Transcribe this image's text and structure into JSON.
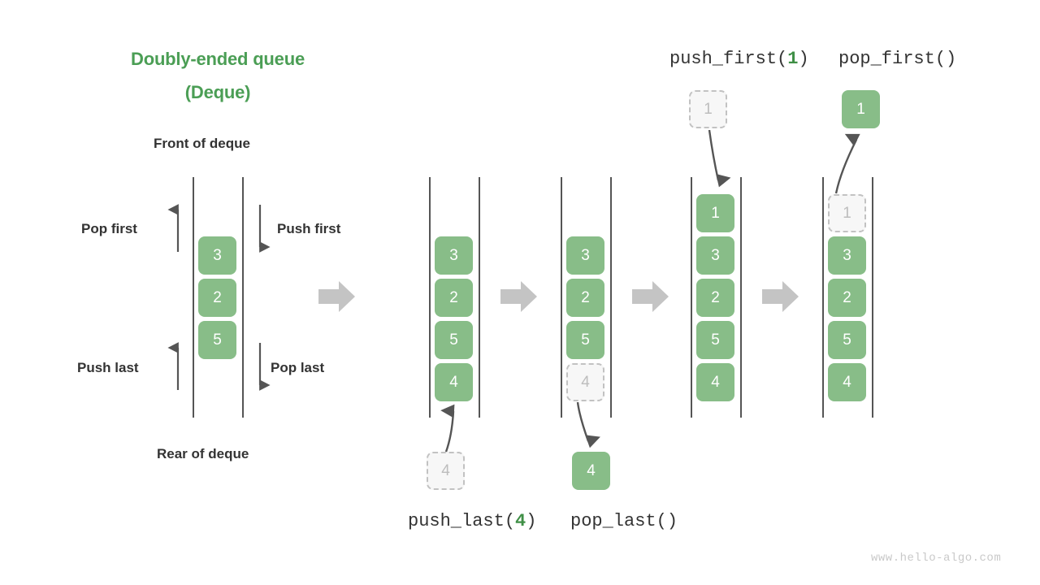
{
  "title": {
    "line1": "Doubly-ended queue",
    "line2": "(Deque)",
    "color": "#4b9e55"
  },
  "legend": {
    "front_label": "Front of deque",
    "rear_label": "Rear of deque",
    "pop_first": "Pop first",
    "push_first": "Push first",
    "push_last": "Push last",
    "pop_last": "Pop last"
  },
  "operations": {
    "push_last_prefix": "push_last(",
    "push_last_arg": "4",
    "push_last_suffix": ")",
    "pop_last": "pop_last()",
    "push_first_prefix": "push_first(",
    "push_first_arg": "1",
    "push_first_suffix": ")",
    "pop_first": "pop_first()"
  },
  "colors": {
    "cell_fill": "#88bd88",
    "cell_text": "#ffffff",
    "ghost_fill": "#f7f7f7",
    "ghost_border": "#c2c2c2",
    "ghost_text": "#bdbdbd",
    "rail": "#555555",
    "fat_arrow": "#c4c4c4",
    "thin_arrow": "#555555",
    "accent_green": "#4b9e55",
    "label_text": "#333333",
    "watermark": "#c9c9c9"
  },
  "panels": [
    {
      "id": "legend-deque",
      "cells": [
        "3",
        "2",
        "5"
      ]
    },
    {
      "id": "deque-before-push-last",
      "cells": [
        "3",
        "2",
        "5",
        "4"
      ],
      "incoming_ghost": "4"
    },
    {
      "id": "deque-before-pop-last",
      "cells": [
        "3",
        "2",
        "5"
      ],
      "ghost_tail": "4",
      "outgoing_cell": "4"
    },
    {
      "id": "deque-after-push-first",
      "cells": [
        "1",
        "3",
        "2",
        "5",
        "4"
      ],
      "incoming_ghost": "1"
    },
    {
      "id": "deque-after-pop-first",
      "cells": [
        "3",
        "2",
        "5",
        "4"
      ],
      "ghost_head": "1",
      "outgoing_cell": "1"
    }
  ],
  "watermark": "www.hello-algo.com"
}
